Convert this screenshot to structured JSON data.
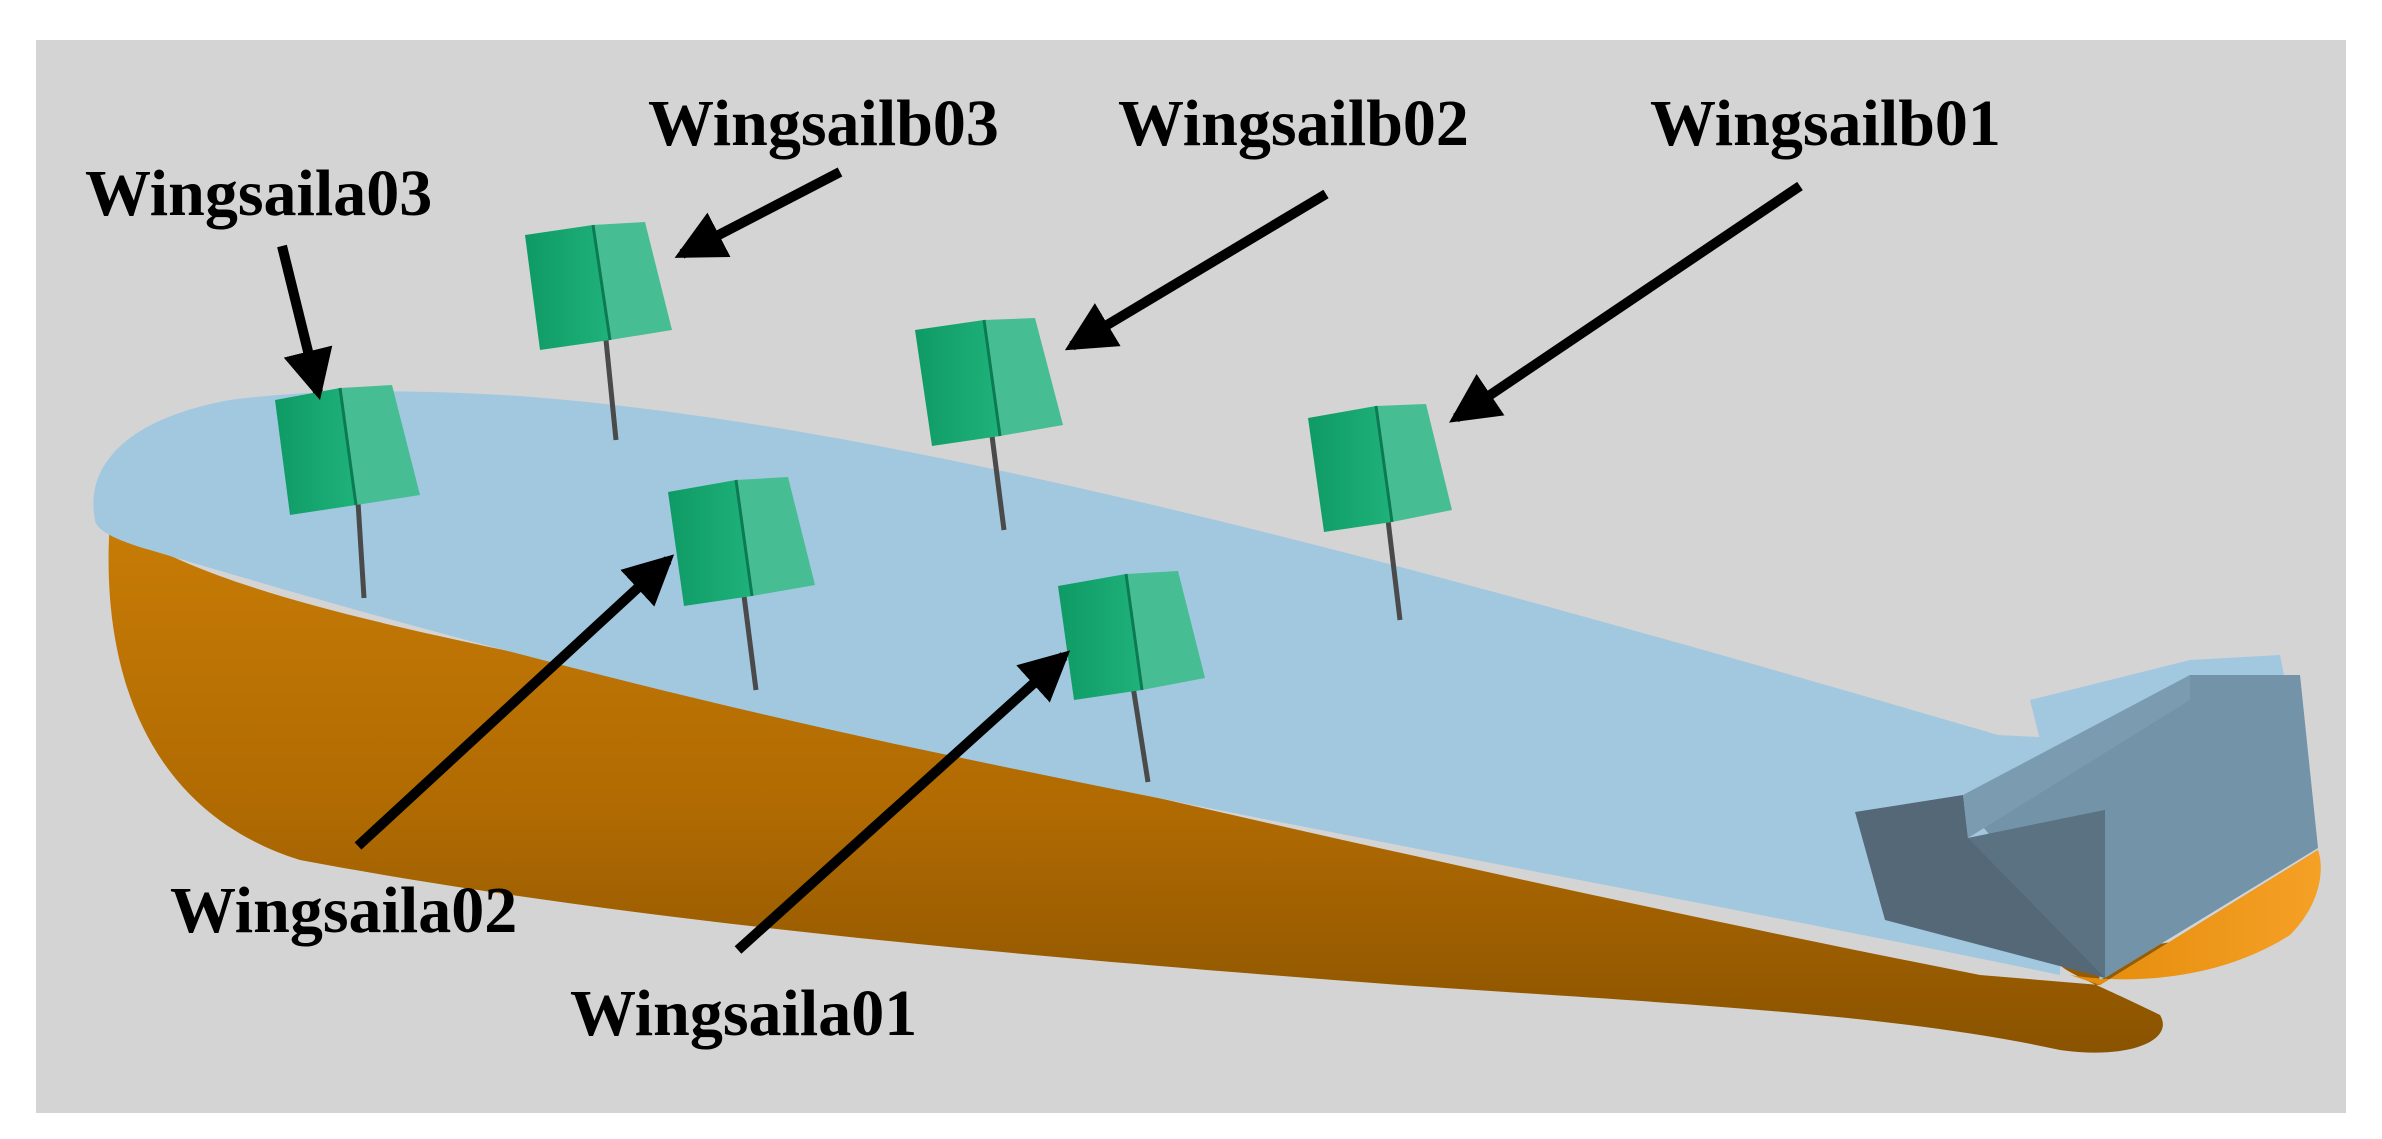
{
  "labels": {
    "sail_a01": "Wingsaila01",
    "sail_a02": "Wingsaila02",
    "sail_a03": "Wingsaila03",
    "sail_b01": "Wingsailb01",
    "sail_b02": "Wingsailb02",
    "sail_b03": "Wingsailb03"
  },
  "colors": {
    "background": "#d4d4d4",
    "deck": "#a1c8df",
    "hull": "#b66d00",
    "sail_front": "#13a66f",
    "sail_side": "#47bd93",
    "superstructure_front": "#546878",
    "superstructure_side": "#7293a8",
    "arrow": "#000000"
  }
}
